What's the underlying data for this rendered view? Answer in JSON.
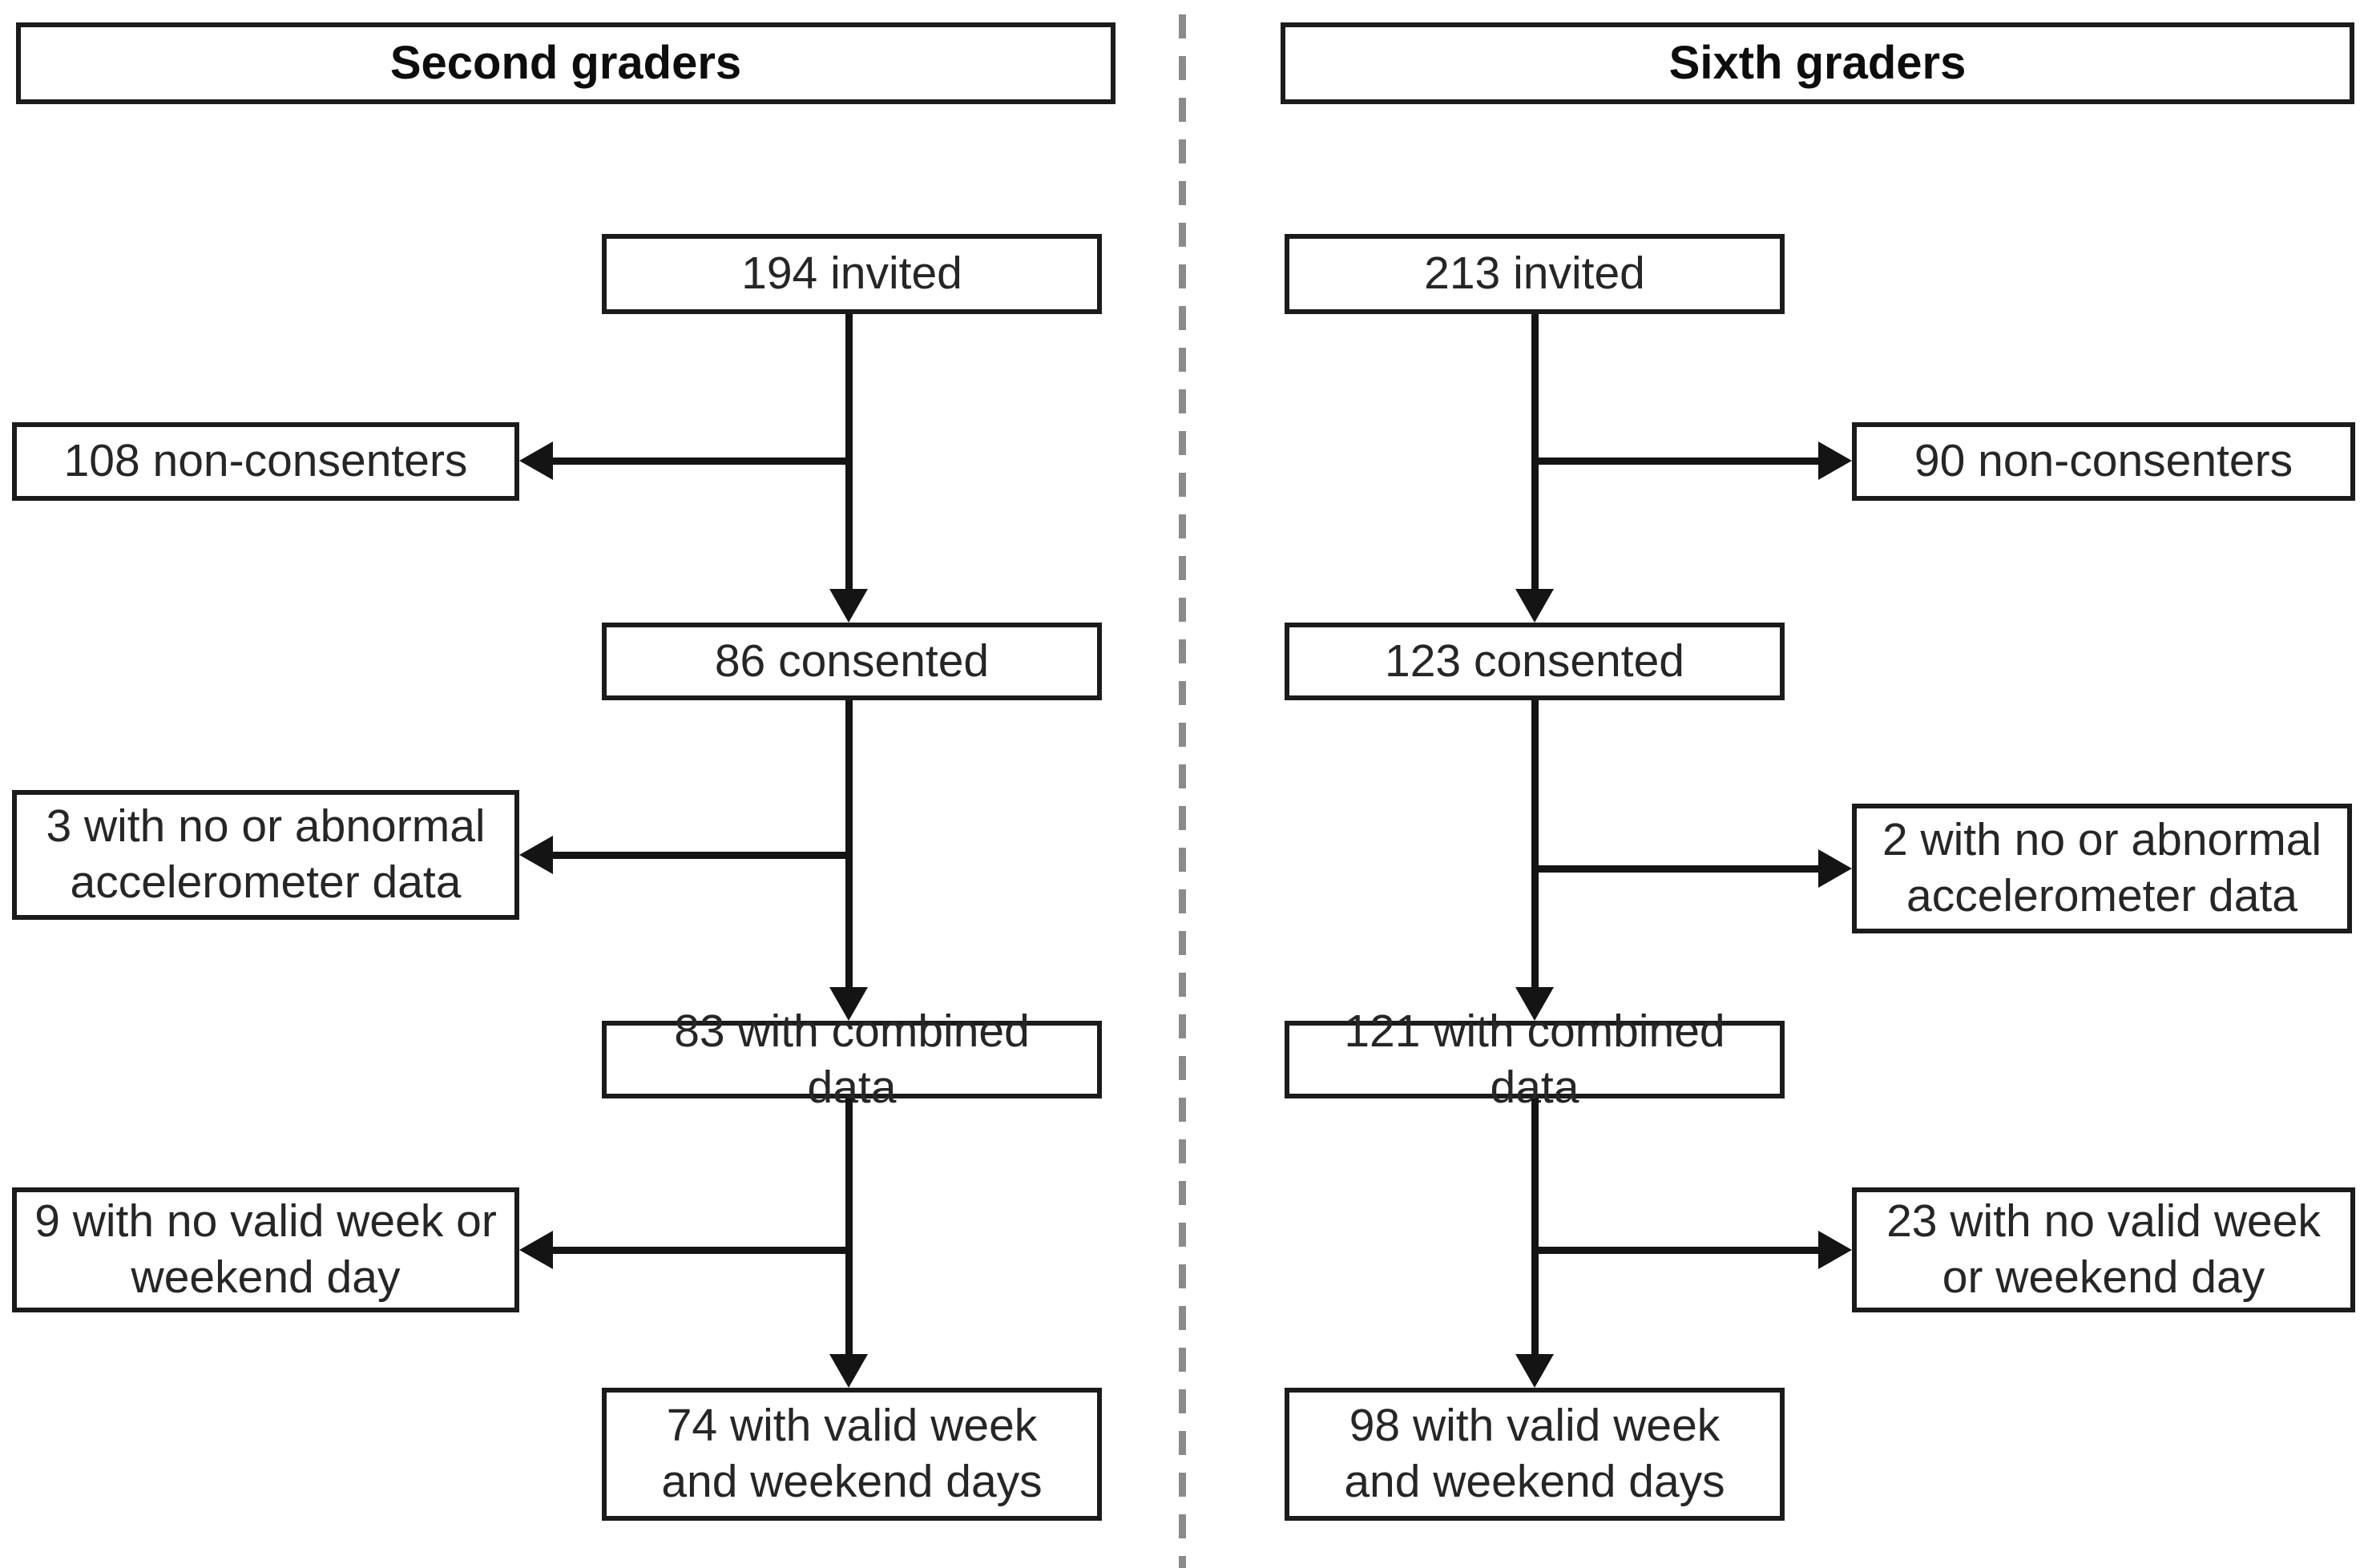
{
  "diagram": {
    "type": "flowchart",
    "line_color": "#141414",
    "box_border_color": "#1b1b1b",
    "divider_color": "#8a8a8a",
    "background_color": "#ffffff"
  },
  "columns": [
    {
      "header": "Second graders",
      "invited": "194 invited",
      "non_consenters": "108 non-consenters",
      "consented": "86 consented",
      "no_or_abnormal": "3 with no or abnormal accelerometer data",
      "combined": "83 with combined data",
      "no_valid": "9 with no valid week or weekend day",
      "valid": "74 with valid week and weekend days"
    },
    {
      "header": "Sixth graders",
      "invited": "213 invited",
      "non_consenters": "90 non-consenters",
      "consented": "123 consented",
      "no_or_abnormal": "2 with no or abnormal accelerometer data",
      "combined": "121 with combined data",
      "no_valid": "23 with no valid week or weekend day",
      "valid": "98 with valid week and weekend days"
    }
  ]
}
